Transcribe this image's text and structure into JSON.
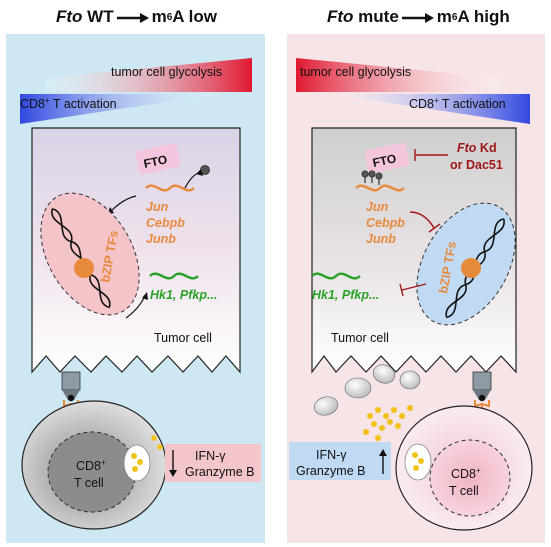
{
  "left": {
    "title_gene": "Fto",
    "title_state": "WT",
    "title_m": "m",
    "title_sup": "6",
    "title_level": "A low",
    "gradient_top": "tumor cell glycolysis",
    "gradient_bottom": "CD8",
    "gradient_bottom_sup": "+",
    "gradient_bottom_rest": " T activation",
    "fto": "FTO",
    "genes": [
      "Jun",
      "Cebpb",
      "Junb"
    ],
    "tf": "bZIP TFs",
    "targets": "Hk1, Pfkp...",
    "tumor_cell": "Tumor cell",
    "tcell_1": "CD8",
    "tcell_1_sup": "+",
    "tcell_2": "T cell",
    "cytokine_1": "IFN-γ",
    "cytokine_2": "Granzyme B"
  },
  "right": {
    "title_gene": "Fto",
    "title_state": "mute",
    "title_m": "m",
    "title_sup": "6",
    "title_level": "A high",
    "gradient_top": "tumor cell glycolysis",
    "gradient_bottom": "CD8",
    "gradient_bottom_sup": "+",
    "gradient_bottom_rest": " T activation",
    "fto": "FTO",
    "inhibitor_1": "Fto",
    "inhibitor_1b": " Kd",
    "inhibitor_2": "or Dac51",
    "genes": [
      "Jun",
      "Cebpb",
      "Junb"
    ],
    "tf": "bZIP TFs",
    "targets": "Hk1, Pfkp...",
    "tumor_cell": "Tumor cell",
    "tcell_1": "CD8",
    "tcell_1_sup": "+",
    "tcell_2": "T cell",
    "cytokine_1": "IFN-γ",
    "cytokine_2": "Granzyme B"
  },
  "colors": {
    "left_bg": "#cde8f2",
    "right_bg": "#f6e4e6",
    "gene_orange": "#e88a3c",
    "target_green": "#2aa22a",
    "inhibit_red": "#a01818",
    "fto_pink": "#f3c6de",
    "tf_pink": "#f5c4c8",
    "tf_blue": "#bfdaf2"
  }
}
